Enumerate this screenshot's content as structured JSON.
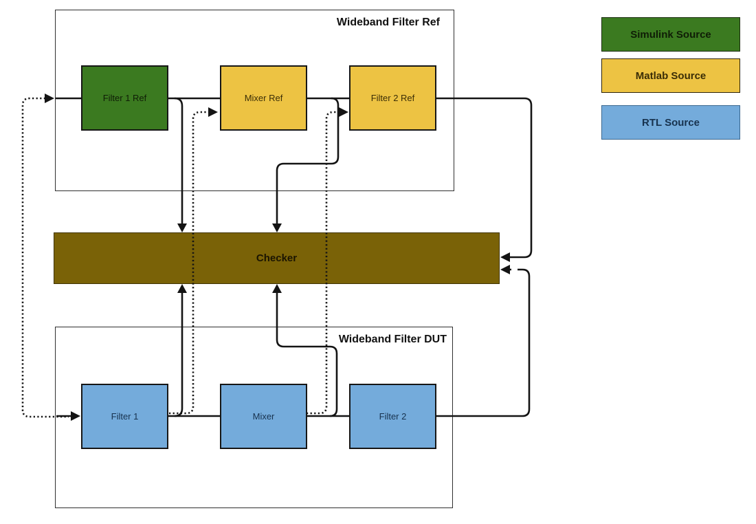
{
  "diagram": {
    "containers": [
      {
        "id": "ref",
        "label": "Wideband Filter Ref"
      },
      {
        "id": "dut",
        "label": "Wideband Filter DUT"
      }
    ],
    "blocks": [
      {
        "id": "filter-1-ref",
        "label": "Filter 1 Ref",
        "source": "simulink"
      },
      {
        "id": "mixer-ref",
        "label": "Mixer Ref",
        "source": "matlab"
      },
      {
        "id": "filter-2-ref",
        "label": "Filter 2 Ref",
        "source": "matlab"
      },
      {
        "id": "filter-1",
        "label": "Filter 1",
        "source": "rtl"
      },
      {
        "id": "mixer",
        "label": "Mixer",
        "source": "rtl"
      },
      {
        "id": "filter-2",
        "label": "Filter 2",
        "source": "rtl"
      }
    ],
    "checker": {
      "label": "Checker",
      "bg": "#7a6207",
      "text": "#1a1402"
    },
    "legend": [
      {
        "label": "Simulink Source",
        "color": "#3b7a20",
        "text": "#0f1d06",
        "border": "#1b2d10"
      },
      {
        "label": "Matlab Source",
        "color": "#edc343",
        "text": "#3a2d06",
        "border": "#2b2209"
      },
      {
        "label": "RTL Source",
        "color": "#74abdb",
        "text": "#17324e",
        "border": "#3a678f"
      }
    ],
    "wire_color": "#141414"
  }
}
